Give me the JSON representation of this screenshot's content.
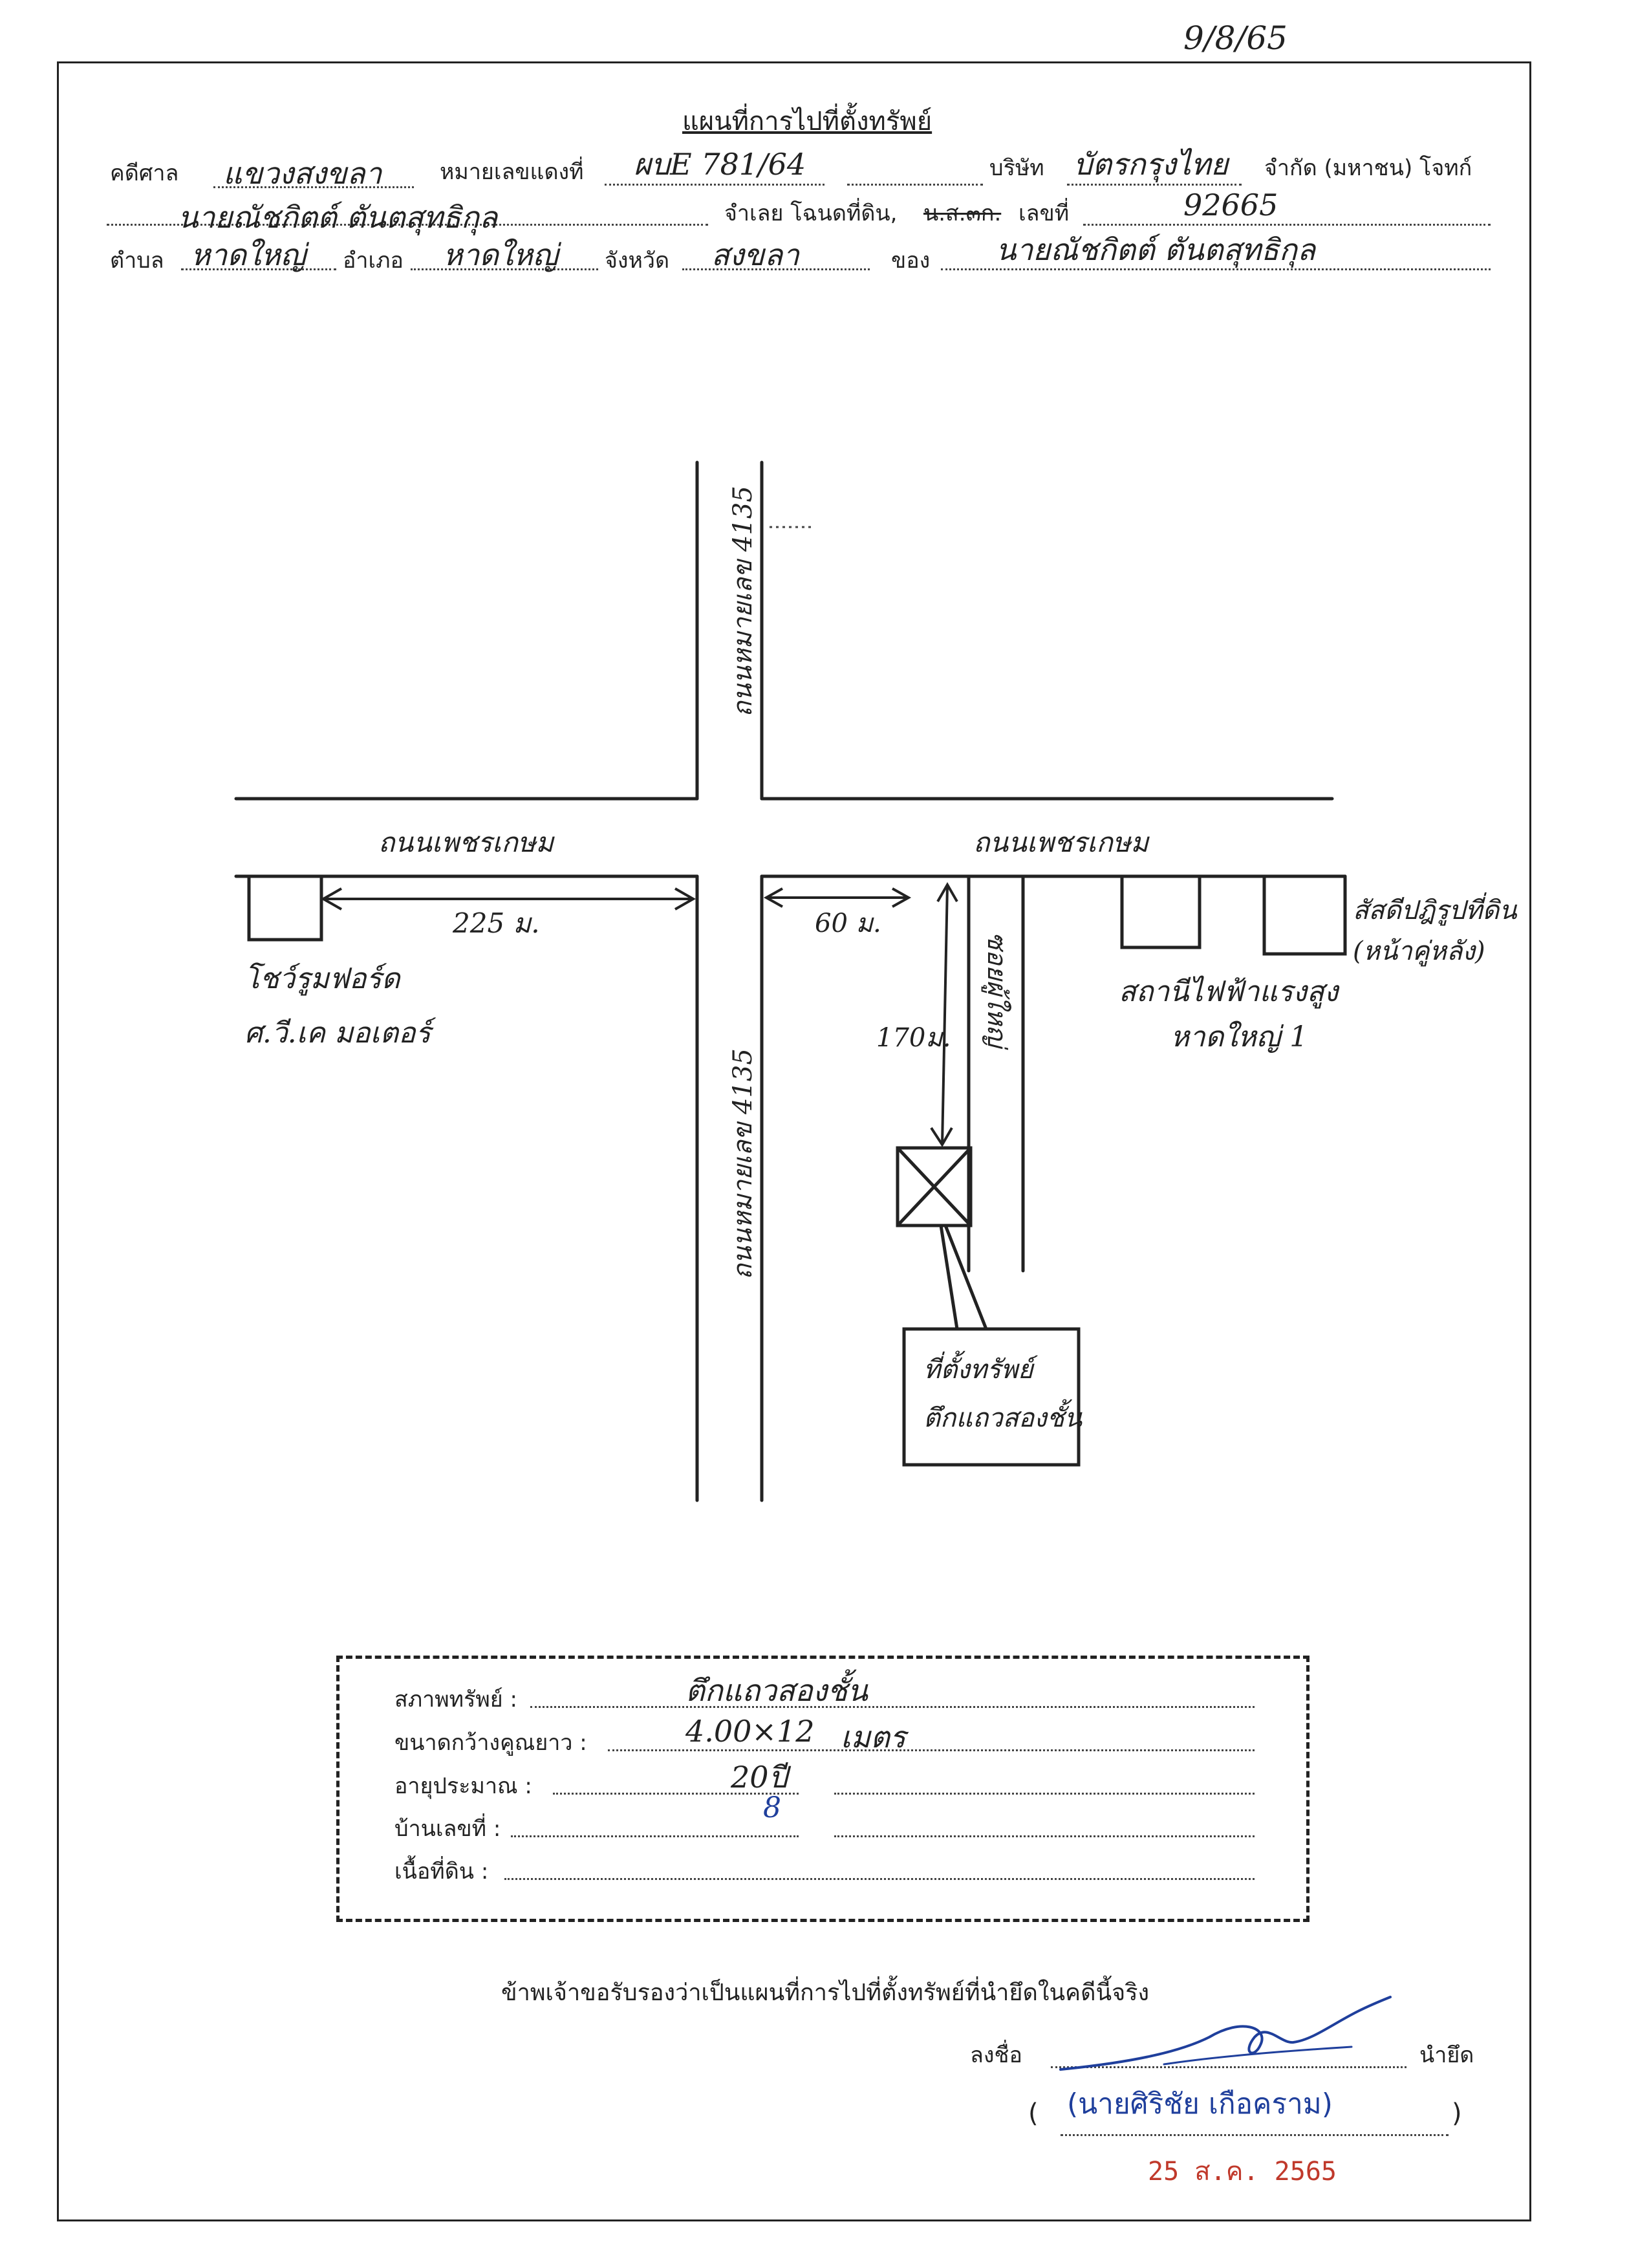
{
  "top_date": "9/8/65",
  "header": {
    "title": "แผนที่การไปที่ตั้งทรัพย์",
    "court_label": "คดีศาล",
    "court_value": "แขวงสงขลา",
    "red_case_label": "หมายเลขแดงที่",
    "red_case_value": "ผบE 781/64",
    "company_label": "บริษัท",
    "company_value": "บัตรกรุงไทย",
    "company_suffix": "จำกัด (มหาชน) โจทก์",
    "defendant_value": "นายณัชกิตต์ ตันตสุทธิกุล",
    "deed_label": "จำเลย โฉนดที่ดิน,",
    "deed_strike": "น.ส.๓ก.",
    "deed_no_label": "เลขที่",
    "deed_no_value": "92665",
    "subdistrict_label": "ตำบล",
    "subdistrict_value": "หาดใหญ่",
    "district_label": "อำเภอ",
    "district_value": "หาดใหญ่",
    "province_label": "จังหวัด",
    "province_value": "สงขลา",
    "owner_label": "ของ",
    "owner_value": "นายณัชกิตต์ ตันตสุทธิกุล"
  },
  "map": {
    "road_vertical_top": "ถนนหมายเลข 4135",
    "road_vertical_bottom": "ถนนหมายเลข 4135",
    "road_left": "ถนนเพชรเกษม",
    "road_right": "ถนนเพชรเกษม",
    "soi_label": "ซอยผู้ใหญ่",
    "dist_left": "225 ม.",
    "dist_right": "60 ม.",
    "dist_down": "170ม.",
    "landmark_left_line1": "โชว์รูมฟอร์ด",
    "landmark_left_line2": "ศ.วี.เค มอเตอร์",
    "landmark_right1_line1": "สถานีไฟฟ้าแรงสูง",
    "landmark_right1_line2": "หาดใหญ่ 1",
    "landmark_right2_line1": "สัสดีปฎิรูปที่ดิน",
    "landmark_right2_line2": "(หน้าคู่หลัง)",
    "property_label_line1": "ที่ตั้งทรัพย์",
    "property_label_line2": "ตึกแถวสองชั้น"
  },
  "details": {
    "condition_label": "สภาพทรัพย์ :",
    "condition_value": "ตึกแถวสองชั้น",
    "size_label": "ขนาดกว้างคูณยาว :",
    "size_value": "4.00×12",
    "size_unit": "เมตร",
    "age_label": "อายุประมาณ :",
    "age_value": "20ปี",
    "house_no_label": "บ้านเลขที่ :",
    "house_no_value": "8",
    "land_area_label": "เนื้อที่ดิน :",
    "land_area_value": ""
  },
  "certify": {
    "statement": "ข้าพเจ้าขอรับรองว่าเป็นแผนที่การไปที่ตั้งทรัพย์ที่นำยึดในคดีนี้จริง",
    "sign_label": "ลงชื่อ",
    "role": "นำยึด",
    "open_paren": "(",
    "signer_name": "(นายศิริชัย เกือคราม)",
    "close_paren": ")",
    "stamp_date": "25 ส.ค. 2565",
    "colors": {
      "signature": "#1f3f9c",
      "stamp": "#c0392b"
    }
  }
}
